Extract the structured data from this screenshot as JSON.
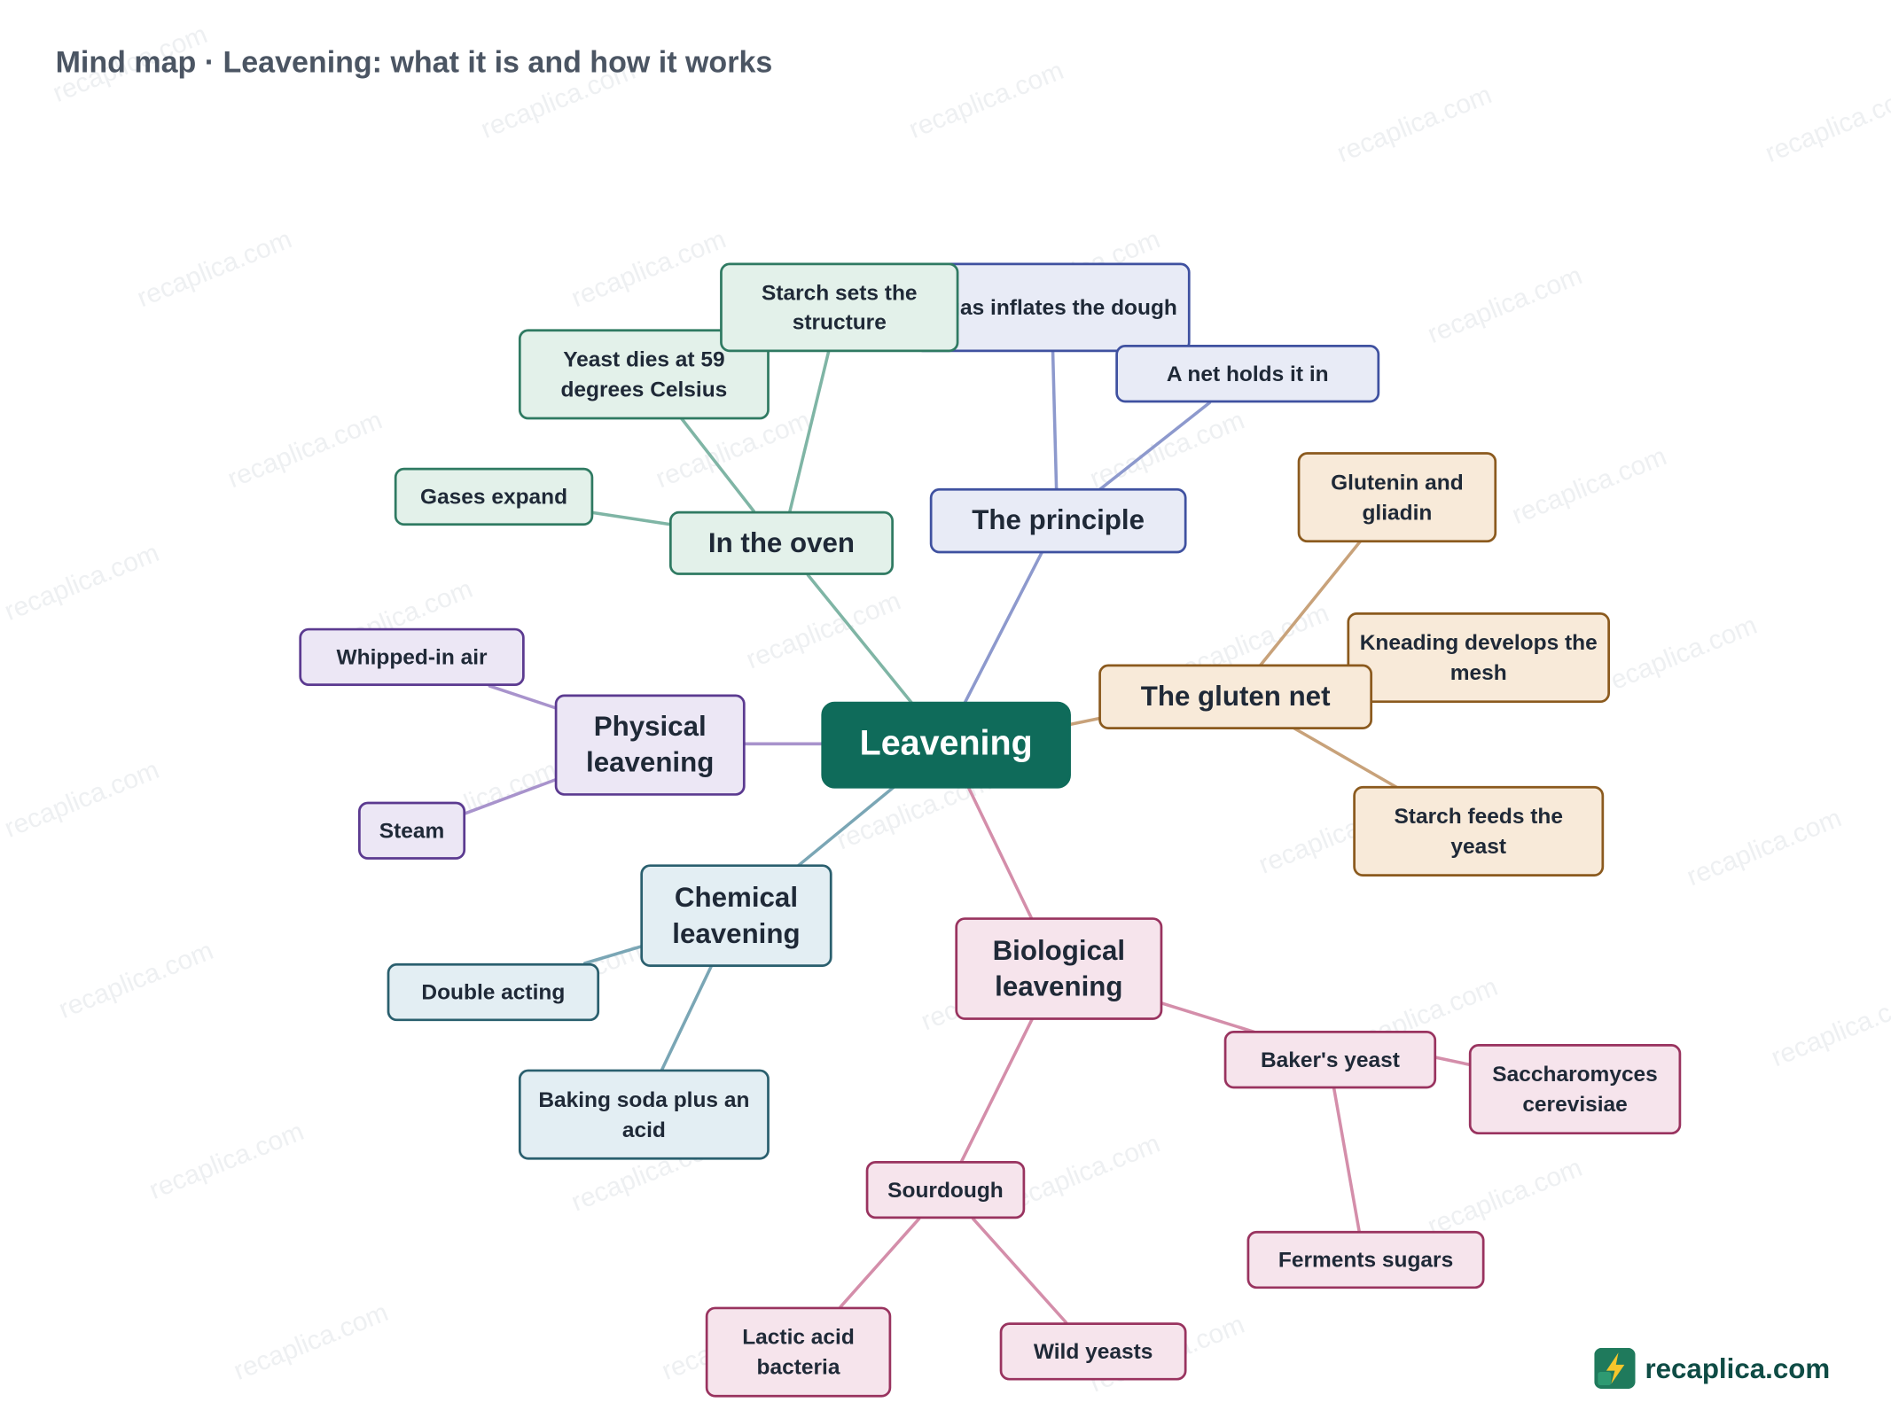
{
  "title": "Mind map · Leavening: what it is and how it works",
  "watermark": "recaplica.com",
  "brand": {
    "name": "recaplica.com",
    "logo": "lightning-bolt-icon"
  },
  "colors": {
    "root": "#0f6b5a",
    "in_the_oven": "#2f7a62",
    "the_principle": "#3f51a0",
    "the_gluten_net": "#8b5a1e",
    "physical_leavening": "#5b3a90",
    "chemical_leavening": "#2a5f6e",
    "biological_leavening": "#99335f"
  },
  "root": "Leavening",
  "branches": {
    "oven": {
      "label": "In the oven",
      "children": [
        "Starch sets the structure",
        "Yeast dies at 59 degrees Celsius",
        "Gases expand"
      ]
    },
    "principle": {
      "label": "The principle",
      "children": [
        "A gas inflates the dough",
        "A net holds it in"
      ]
    },
    "gluten": {
      "label": "The gluten net",
      "children": [
        "Glutenin and gliadin",
        "Kneading develops the mesh",
        "Starch feeds the yeast"
      ]
    },
    "physical": {
      "label": "Physical leavening",
      "children": [
        "Whipped-in air",
        "Steam"
      ]
    },
    "chemical": {
      "label": "Chemical leavening",
      "children": [
        "Double acting",
        "Baking soda plus an acid"
      ]
    },
    "biological": {
      "label": "Biological leavening",
      "children": [
        "Baker's yeast",
        "Sourdough"
      ],
      "bakers_yeast_children": [
        "Saccharomyces cerevisiae",
        "Ferments sugars"
      ],
      "sourdough_children": [
        "Lactic acid bacteria",
        "Wild yeasts"
      ]
    }
  }
}
